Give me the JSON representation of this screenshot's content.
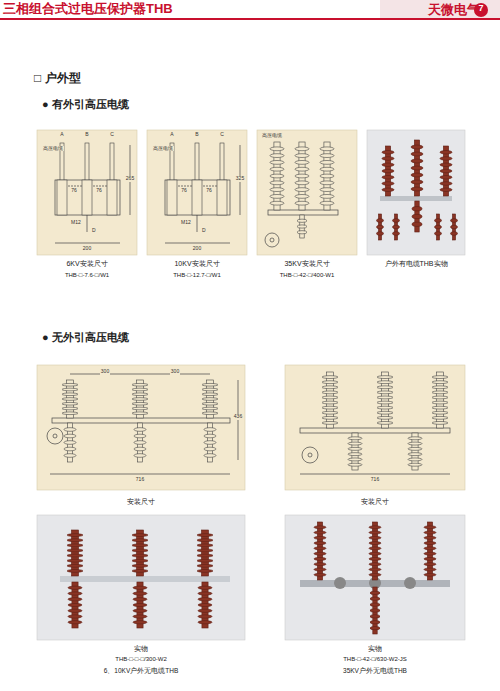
{
  "diagram": {
    "title": "三相组合式过电压保护器THB",
    "labels": [
      "天微电气",
      "7",
      "□ 户外型",
      "● 有外引高压电缆",
      "A",
      "B",
      "C",
      "高压电缆",
      "76",
      "76",
      "265",
      "M12",
      "D",
      "200",
      "A",
      "B",
      "C",
      "高压电缆",
      "76",
      "76",
      "325",
      "M12",
      "D",
      "200",
      "高压电缆",
      "6KV安装尺寸",
      "THB-□-7.6-□/W1",
      "10KV安装尺寸",
      "THB-□-12.7-□/W1",
      "35KV安装尺寸",
      "THB-□-42-□/400-W1",
      "户外有电缆THB实物",
      "● 无外引高压电缆",
      "300",
      "300",
      "436",
      "716",
      "716",
      "安装尺寸",
      "安装尺寸",
      "实物",
      "THB-□-□-□/300-W2",
      "6、10KV户外无电缆THB",
      "实物",
      "THB-□-42-□/630-W2-JS",
      "35KV户外无电缆THB"
    ]
  }
}
